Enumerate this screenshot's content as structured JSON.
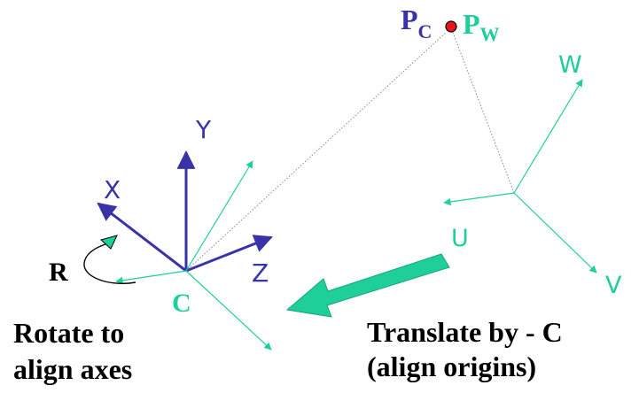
{
  "colors": {
    "blue": "#3a33a8",
    "teal": "#1fcf9a",
    "arrow_fill": "#1fcf9a",
    "point": "#e8141c",
    "black": "#000000",
    "dotted": "#777777"
  },
  "labels": {
    "pc": "P",
    "pc_sub": "C",
    "pw": "P",
    "pw_sub": "W",
    "axis_x": "X",
    "axis_y": "Y",
    "axis_z": "Z",
    "axis_u": "U",
    "axis_v": "V",
    "axis_w": "W",
    "origin_c": "C",
    "rotation": "R",
    "caption_left_1": "Rotate to",
    "caption_left_2": "align axes",
    "caption_right_1": "Translate by - C",
    "caption_right_2": "(align origins)"
  }
}
